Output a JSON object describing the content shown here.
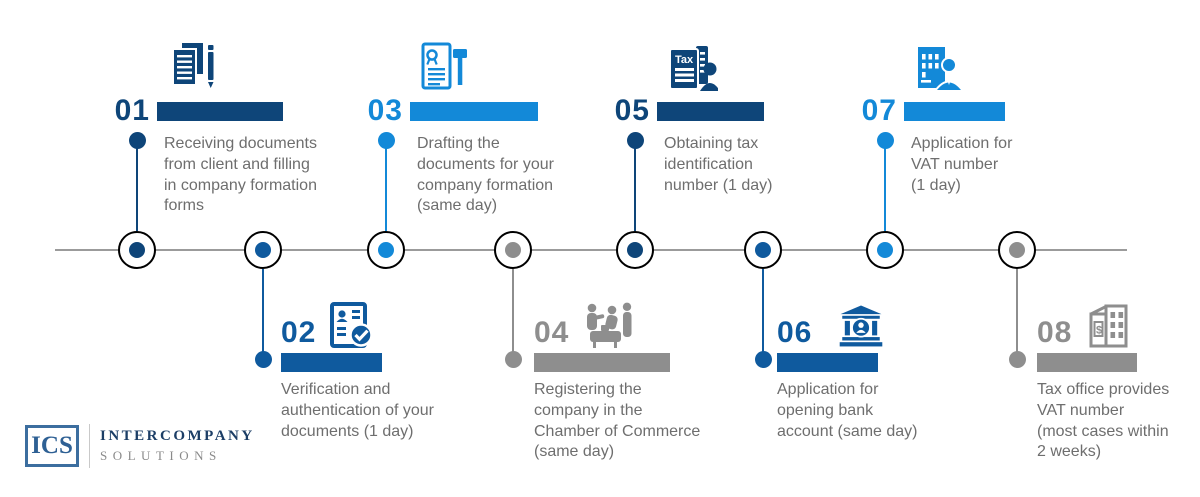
{
  "brand": {
    "abbr": "ICS",
    "name_line1": "INTERCOMPANY",
    "name_line2": "SOLUTIONS"
  },
  "colors": {
    "navy": "#0e4579",
    "blue": "#0f5a9e",
    "light_blue": "#1389d8",
    "gray": "#8e8e8e",
    "timeline_line": "#9b9b9b",
    "body_text": "#6e6e6e"
  },
  "steps": [
    {
      "number": "01",
      "position": "top",
      "color": "navy",
      "icon": "documents-pen-icon",
      "lines": [
        "Receiving documents",
        "from client and filling",
        "in company formation",
        "forms"
      ]
    },
    {
      "number": "02",
      "position": "bottom",
      "color": "blue",
      "icon": "verified-id-icon",
      "lines": [
        "Verification and",
        "authentication of your",
        "documents (1 day)"
      ]
    },
    {
      "number": "03",
      "position": "top",
      "color": "light_blue",
      "icon": "certificate-gavel-icon",
      "lines": [
        "Drafting the",
        "documents for your",
        "company formation",
        "(same day)"
      ]
    },
    {
      "number": "04",
      "position": "bottom",
      "color": "gray",
      "icon": "meeting-icon",
      "lines": [
        "Registering the",
        "company in the",
        "Chamber of Commerce",
        "(same day)"
      ]
    },
    {
      "number": "05",
      "position": "top",
      "color": "navy",
      "icon": "tax-document-icon",
      "icon_label": "Tax",
      "lines": [
        "Obtaining tax",
        "identification",
        "number (1 day)"
      ]
    },
    {
      "number": "06",
      "position": "bottom",
      "color": "blue",
      "icon": "bank-icon",
      "lines": [
        "Application for",
        "opening bank",
        "account (same day)"
      ]
    },
    {
      "number": "07",
      "position": "top",
      "color": "light_blue",
      "icon": "reception-building-icon",
      "lines": [
        "Application for",
        "VAT number",
        "(1 day)"
      ]
    },
    {
      "number": "08",
      "position": "bottom",
      "color": "gray",
      "icon": "tax-office-icon",
      "icon_label": "$",
      "lines": [
        "Tax office provides",
        "VAT number",
        "(most cases within",
        "2 weeks)"
      ]
    }
  ]
}
